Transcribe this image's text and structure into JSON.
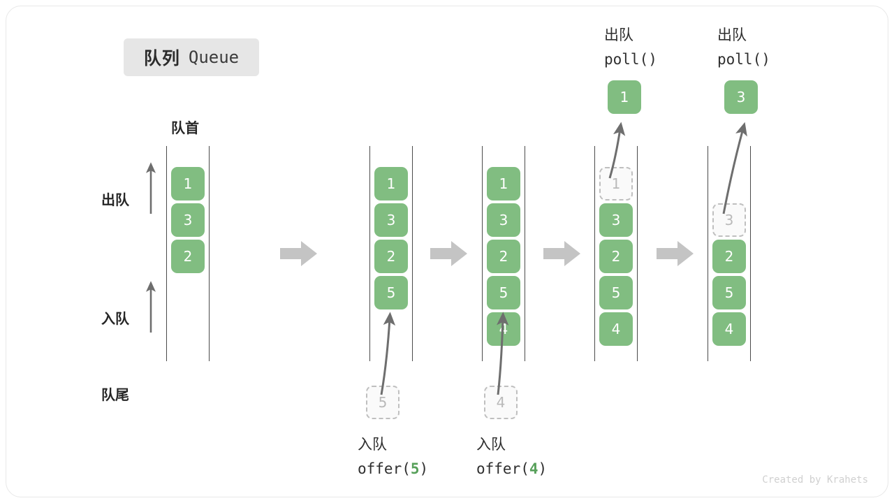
{
  "title": {
    "cn": "队列",
    "en": "Queue"
  },
  "credit": "Created by Krahets",
  "labels": {
    "front": "队首",
    "rear": "队尾",
    "dequeue": "出队",
    "enqueue": "入队"
  },
  "colors": {
    "element": "#81bd81",
    "ghost_border": "#bfbfbf",
    "ghost_text": "#b9b9b9",
    "rail": "#4a4a4a",
    "flow_arrow": "#c4c4c4",
    "curve_arrow": "#6e6e6e",
    "badge_bg": "#e6e6e6",
    "accent_number": "#57a05a"
  },
  "steps": [
    {
      "id": "initial",
      "cells": [
        "1",
        "3",
        "2"
      ],
      "ghost_top": null,
      "ghost_below": null,
      "popped": null,
      "caption_top": null,
      "caption_bottom": null
    },
    {
      "id": "offer-5",
      "cells": [
        "1",
        "3",
        "2",
        "5"
      ],
      "ghost_top": null,
      "ghost_below": "5",
      "popped": null,
      "caption_top": null,
      "caption_bottom": {
        "cn": "入队",
        "code_prefix": "offer(",
        "code_arg": "5",
        "code_suffix": ")"
      }
    },
    {
      "id": "offer-4",
      "cells": [
        "1",
        "3",
        "2",
        "5",
        "4"
      ],
      "ghost_top": null,
      "ghost_below": "4",
      "popped": null,
      "caption_top": null,
      "caption_bottom": {
        "cn": "入队",
        "code_prefix": "offer(",
        "code_arg": "4",
        "code_suffix": ")"
      }
    },
    {
      "id": "poll-1",
      "cells": [
        "3",
        "2",
        "5",
        "4"
      ],
      "ghost_top": "1",
      "ghost_below": null,
      "popped": "1",
      "caption_top": {
        "cn": "出队",
        "code": "poll()"
      },
      "caption_bottom": null
    },
    {
      "id": "poll-3",
      "cells": [
        "2",
        "5",
        "4"
      ],
      "ghost_top": "3",
      "ghost_below": null,
      "popped": "3",
      "caption_top": {
        "cn": "出队",
        "code": "poll()"
      },
      "caption_bottom": null
    }
  ]
}
